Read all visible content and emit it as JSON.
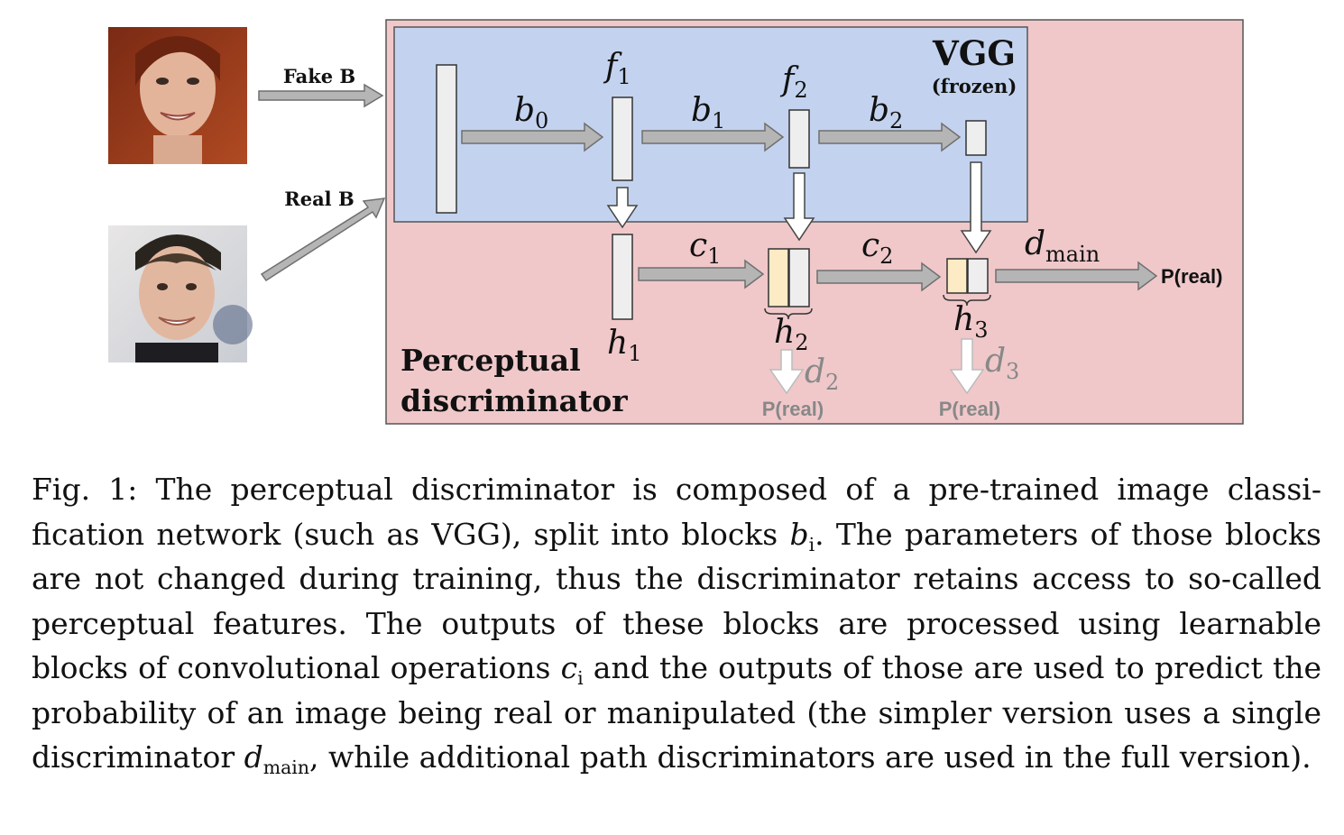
{
  "figure": {
    "inputs": {
      "fake_label": "Fake B",
      "real_label": "Real B"
    },
    "vgg": {
      "title": "VGG",
      "subtitle": "(frozen)"
    },
    "block_labels": {
      "b0": "b",
      "b0_sub": "0",
      "b1": "b",
      "b1_sub": "1",
      "b2": "b",
      "b2_sub": "2",
      "f1": "f",
      "f1_sub": "1",
      "f2": "f",
      "f2_sub": "2",
      "c1": "c",
      "c1_sub": "1",
      "c2": "c",
      "c2_sub": "2",
      "h1": "h",
      "h1_sub": "1",
      "h2": "h",
      "h2_sub": "2",
      "h3": "h",
      "h3_sub": "3",
      "dmain": "d",
      "dmain_sub": "main",
      "d2": "d",
      "d2_sub": "2",
      "d3": "d",
      "d3_sub": "3"
    },
    "outputs": {
      "main": "P(real)",
      "d2": "P(real)",
      "d3": "P(real)"
    },
    "panel_title_line1": "Perceptual",
    "panel_title_line2": "discriminator",
    "colors": {
      "panel_bg": "#f0c8ca",
      "vgg_bg": "#c3d3ef",
      "block_fill": "#eeeeee",
      "concat_fill": "#fcebc4",
      "arrow_fill": "#b5b5b5",
      "faded_text": "#888888"
    }
  },
  "caption": {
    "fig_label": "Fig. 1:",
    "part1": "The perceptual discriminator is composed of a pre-trained image classi- fication network (such as VGG), split into blocks ",
    "bi": "b",
    "bi_sub": "i",
    "part2": ". The parameters of those blocks are not changed during training, thus the discriminator retains access to so-called perceptual features. The outputs of these blocks are processed using learnable blocks of convolutional operations ",
    "ci": "c",
    "ci_sub": "i",
    "part3": " and the outputs of those are used to predict the probability of an image being real or manipulated (the simpler version uses a single discriminator ",
    "dmain": "d",
    "dmain_sub": "main",
    "part4": ", while additional path discriminators are used in the full version)."
  }
}
